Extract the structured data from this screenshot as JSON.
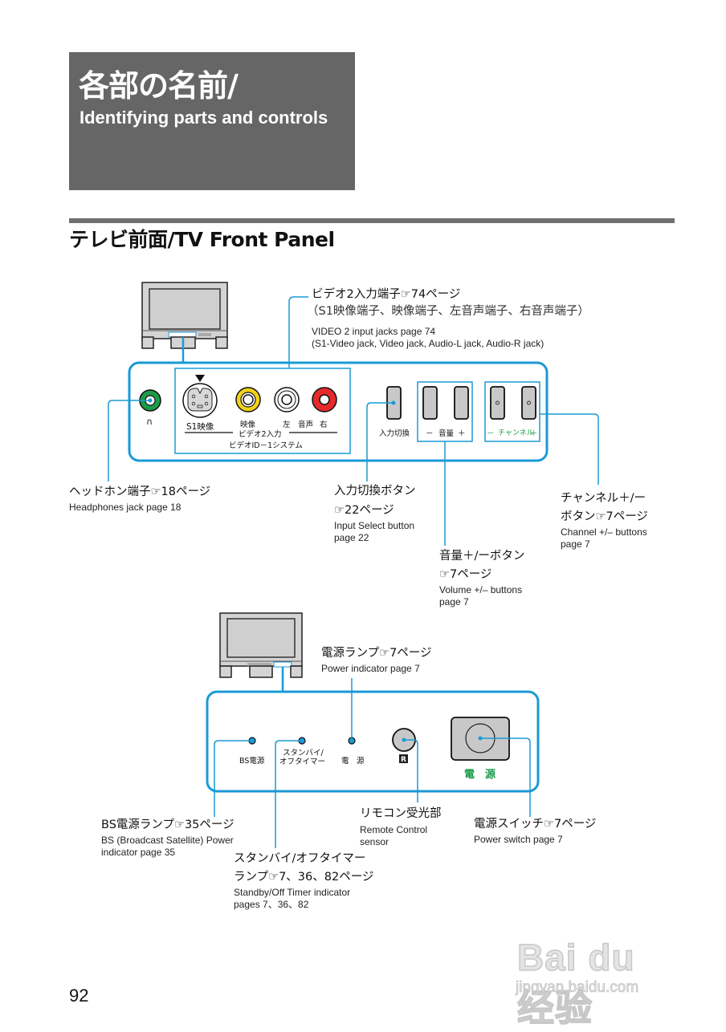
{
  "header": {
    "title_jp": "各部の名前/",
    "title_en": "Identifying parts and controls"
  },
  "section": {
    "title": "テレビ前面/TV Front Panel"
  },
  "colors": {
    "accent_line": "#1a9ad6",
    "header_bg": "#666666",
    "section_rule": "#707070",
    "jack_green": "#1c9a48",
    "jack_yellow": "#f2d21a",
    "jack_red": "#e52a2a",
    "button_gray": "#c8c8c8",
    "channel_label_green": "#1a9c4a"
  },
  "panel1": {
    "panel_labels": {
      "headphone_glyph": "∩",
      "s1_video": "S1映像",
      "video": "映像",
      "left": "左",
      "audio": "音声",
      "right": "右",
      "video2_input": "ビデオ2入力",
      "video_id": "ビデオID－1システム",
      "input_select": "入力切換",
      "volume_minus": "－",
      "volume": "音量",
      "volume_plus": "＋",
      "channel_minus": "－",
      "channel": "チャンネル",
      "channel_plus": "＋"
    },
    "callouts": {
      "video2": {
        "jp": "ビデオ2入力端子☞74ページ",
        "jp_sub": "（S1映像端子、映像端子、左音声端子、右音声端子）",
        "en1": "VIDEO 2 input jacks  page 74",
        "en2": "(S1-Video jack, Video jack, Audio-L jack, Audio-R jack)"
      },
      "headphones": {
        "jp": "ヘッドホン端子☞18ページ",
        "en1": "Headphones jack  page 18"
      },
      "input_select": {
        "jp1": "入力切換ボタン",
        "jp2": "☞22ページ",
        "en1": "Input Select button",
        "en2": "page 22"
      },
      "volume": {
        "jp1": "音量＋/ーボタン",
        "jp2": "☞7ページ",
        "en1": "Volume +/– buttons",
        "en2": "page 7"
      },
      "channel": {
        "jp1": "チャンネル＋/ー",
        "jp2": "ボタン☞7ページ",
        "en1": "Channel +/– buttons",
        "en2": "page 7"
      }
    }
  },
  "panel2": {
    "panel_labels": {
      "bs_power": "BS電源",
      "standby1": "スタンバイ/",
      "standby2": "オフタイマー",
      "power_lamp": "電　源",
      "remote_glyph": "R",
      "power_switch": "電　源"
    },
    "callouts": {
      "power_indicator": {
        "jp": "電源ランプ☞7ページ",
        "en1": "Power indicator page 7"
      },
      "bs_power": {
        "jp": "BS電源ランプ☞35ページ",
        "en1": "BS (Broadcast Satellite) Power",
        "en2": "indicator page 35"
      },
      "standby": {
        "jp1": "スタンバイ/オフタイマー",
        "jp2": "ランプ☞7、36、82ページ",
        "en1": "Standby/Off Timer indicator",
        "en2": "pages 7、36、82"
      },
      "remote": {
        "jp": "リモコン受光部",
        "en1": "Remote Control",
        "en2": "sensor"
      },
      "power_switch": {
        "jp": "電源スイッチ☞7ページ",
        "en1": "Power switch page 7"
      }
    }
  },
  "footer": {
    "page_number": "92",
    "watermark_main": "Bai du 经验",
    "watermark_url": "jingyan.baidu.com"
  }
}
